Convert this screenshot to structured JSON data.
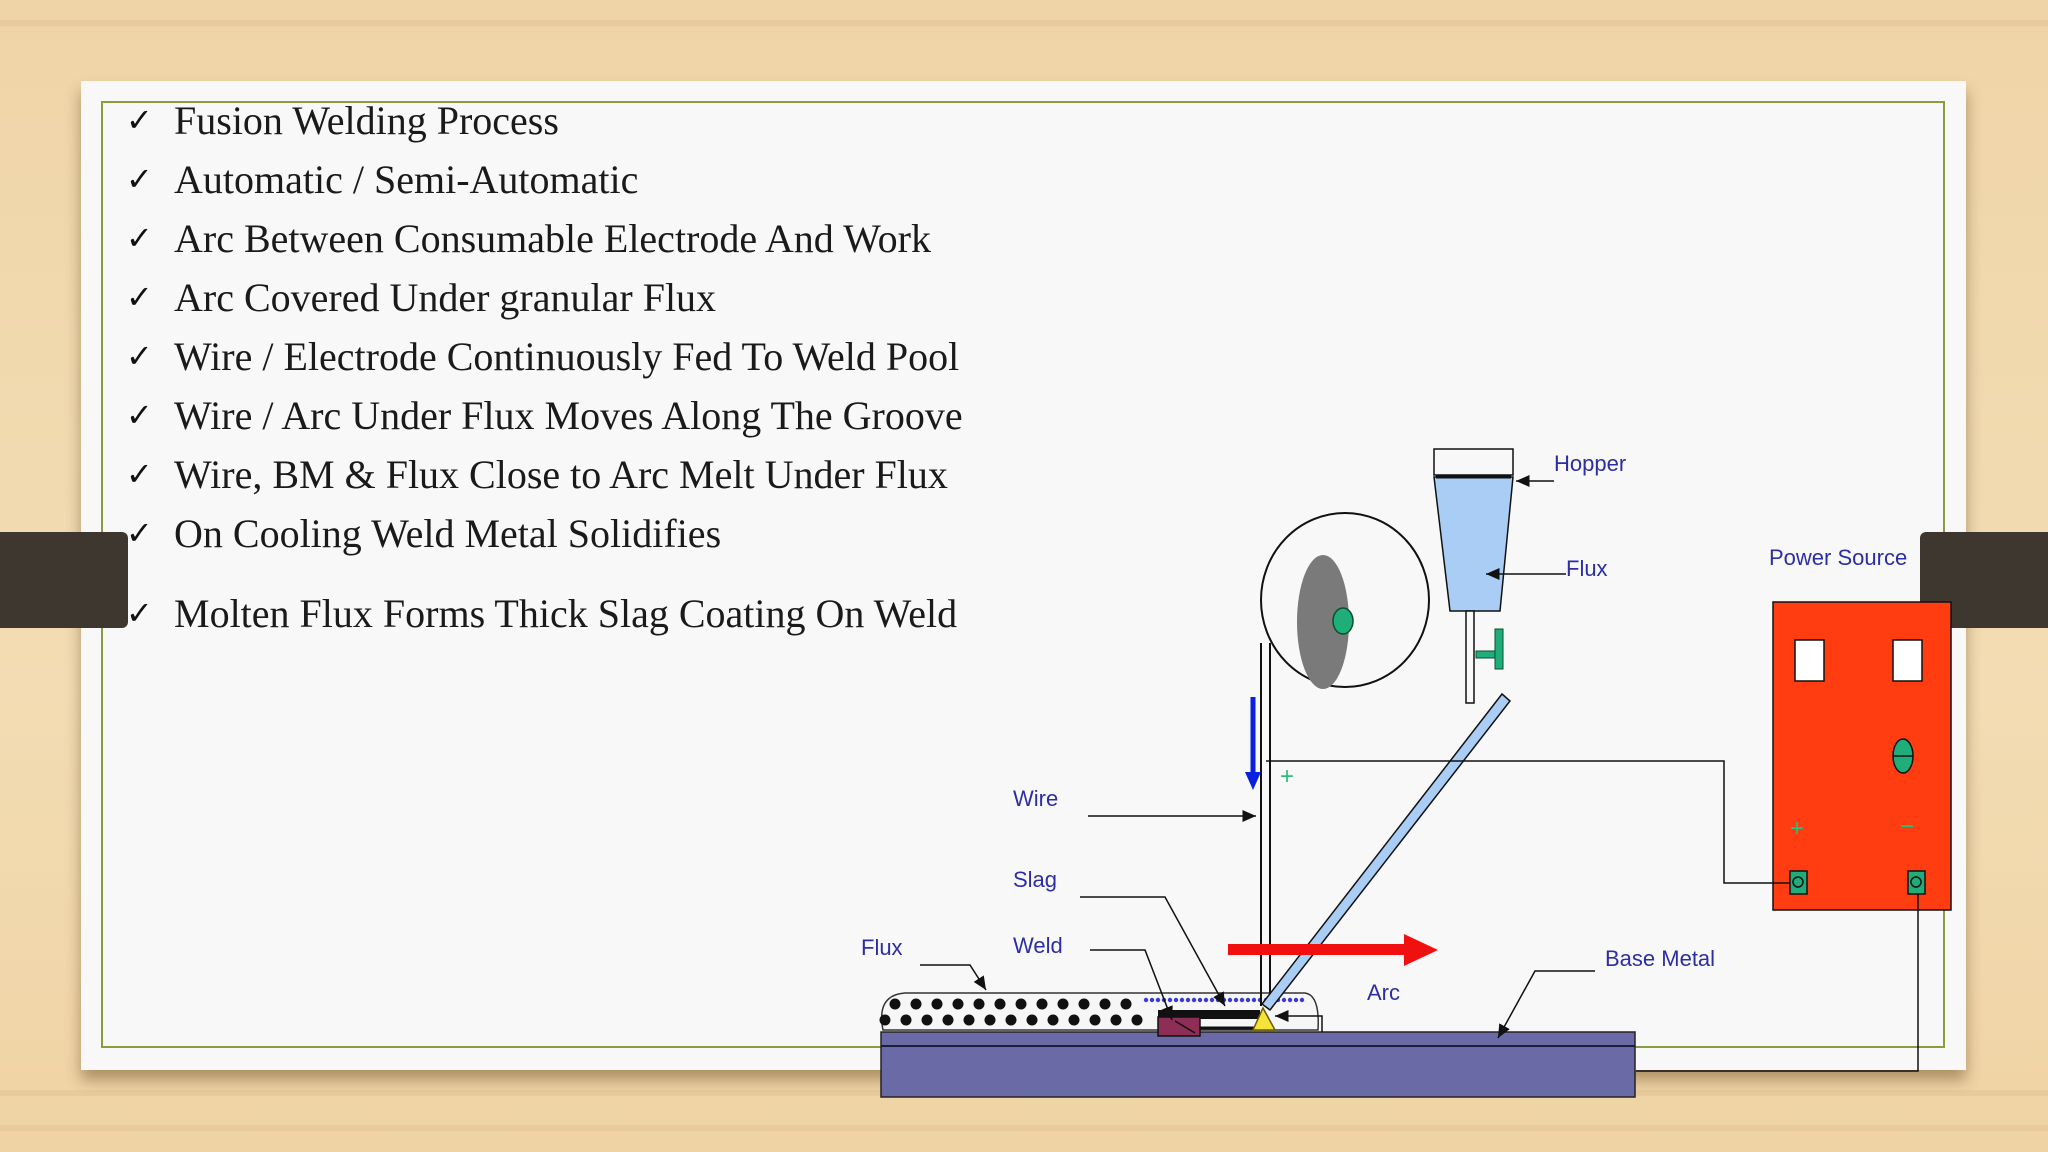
{
  "bullets": [
    "Fusion Welding Process",
    "Automatic / Semi-Automatic",
    "Arc Between Consumable Electrode And Work",
    "Arc Covered Under granular Flux",
    "Wire / Electrode Continuously Fed To Weld Pool",
    "Wire / Arc Under Flux Moves Along The Groove",
    "Wire, BM & Flux Close to Arc Melt Under Flux",
    "On Cooling Weld Metal Solidifies",
    "Molten Flux Forms Thick Slag Coating On Weld"
  ],
  "check_glyph": "✓",
  "diagram": {
    "labels": {
      "hopper": "Hopper",
      "flux_top": "Flux",
      "power_source": "Power Source",
      "wire": "Wire",
      "slag": "Slag",
      "flux_bottom": "Flux",
      "weld": "Weld",
      "arc": "Arc",
      "base_metal": "Base Metal",
      "wire_polarity": "+",
      "ps_plus": "+",
      "ps_minus": "−"
    },
    "colors": {
      "power_source": "#ff3d10",
      "base_metal": "#6a6aa6",
      "hopper_fill": "#a9cdf5",
      "feed_arrow": "#0a22e0",
      "travel_arrow": "#f01010",
      "label_text": "#2d2ea3",
      "terminal": "#1e9e5e",
      "weld": "#8e2d55",
      "arc": "#f5e33a"
    },
    "icons": [
      "wire-spool-icon",
      "hopper-valve-icon",
      "power-dial-icon",
      "terminal-icon"
    ]
  }
}
